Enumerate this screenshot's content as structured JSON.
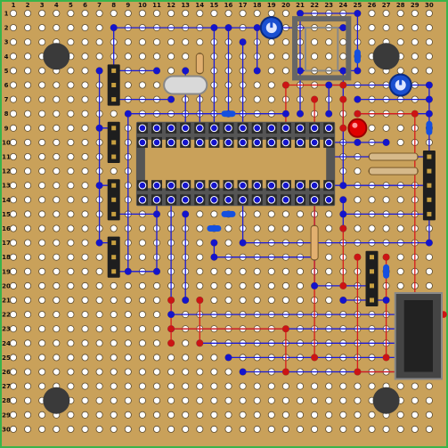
{
  "board": {
    "cols": 30,
    "rows": 30,
    "col_labels": [
      "1",
      "2",
      "3",
      "4",
      "5",
      "6",
      "7",
      "8",
      "9",
      "10",
      "11",
      "12",
      "13",
      "14",
      "15",
      "16",
      "17",
      "18",
      "19",
      "20",
      "21",
      "22",
      "23",
      "24",
      "25",
      "26",
      "27",
      "28",
      "29",
      "30"
    ],
    "row_labels": [
      "1",
      "2",
      "3",
      "4",
      "5",
      "6",
      "7",
      "8",
      "9",
      "10",
      "11",
      "12",
      "13",
      "14",
      "15",
      "16",
      "17",
      "18",
      "19",
      "20",
      "21",
      "22",
      "23",
      "24",
      "25",
      "26",
      "27",
      "28",
      "29",
      "30"
    ],
    "colors": {
      "board": "#c9a15a",
      "border": "#39b54a",
      "hole": "#ffffff",
      "hole_ring": "#5a4a30",
      "wire_blue": "#1a1ad8",
      "wire_red": "#d81a1a",
      "node_blue": "#1414cc",
      "node_red": "#cc1414",
      "ic_body": "#2a2a2a",
      "header_body": "#1e1e1e",
      "pin_gold": "#c8a040",
      "mount_hole": "#3a3a3a",
      "led_red": "#e00000",
      "pot_blue": "#1a4fd0"
    }
  },
  "components": {
    "mount_holes": [
      [
        4,
        4
      ],
      [
        27,
        4
      ],
      [
        4,
        28
      ],
      [
        27,
        28
      ]
    ],
    "headers": [
      {
        "col": 8,
        "rows": [
          5,
          6,
          7
        ]
      },
      {
        "col": 8,
        "rows": [
          9,
          10,
          11
        ]
      },
      {
        "col": 8,
        "rows": [
          13,
          14,
          15
        ]
      },
      {
        "col": 8,
        "rows": [
          17,
          18,
          19
        ]
      },
      {
        "col": 30,
        "rows": [
          11,
          12,
          13,
          14,
          15
        ]
      },
      {
        "col": 26,
        "rows": [
          18,
          19,
          20,
          21
        ]
      }
    ],
    "ic": {
      "col_start": 10,
      "col_end": 23,
      "top_row": 9,
      "bottom_row": 14
    },
    "socket": {
      "col_start": 21,
      "col_end": 24,
      "row_start": 2,
      "row_end": 5
    },
    "connector_right": {
      "col_start": 28,
      "col_end": 31,
      "row_start": 21,
      "row_end": 26
    },
    "pots": [
      [
        19,
        2
      ],
      [
        28,
        6
      ]
    ],
    "led": [
      25,
      9
    ],
    "crystal": [
      13,
      6
    ],
    "resistors": [
      {
        "col": 14,
        "row_start": 4,
        "row_end": 5,
        "orient": "v"
      },
      {
        "col_start": 26,
        "col_end": 29,
        "row": 11,
        "orient": "h"
      },
      {
        "col_start": 26,
        "col_end": 29,
        "row": 12,
        "orient": "h"
      },
      {
        "col": 22,
        "row_start": 17,
        "row_end": 18,
        "orient": "v"
      },
      {
        "col": 22,
        "row_start": 16,
        "row_end": 18,
        "orient": "v"
      }
    ],
    "caps": [
      [
        16,
        8,
        "h"
      ],
      [
        25,
        4,
        "v"
      ],
      [
        16,
        15,
        "h"
      ],
      [
        15,
        16,
        "h"
      ],
      [
        27,
        19,
        "v"
      ],
      [
        30,
        9,
        "v"
      ]
    ]
  }
}
